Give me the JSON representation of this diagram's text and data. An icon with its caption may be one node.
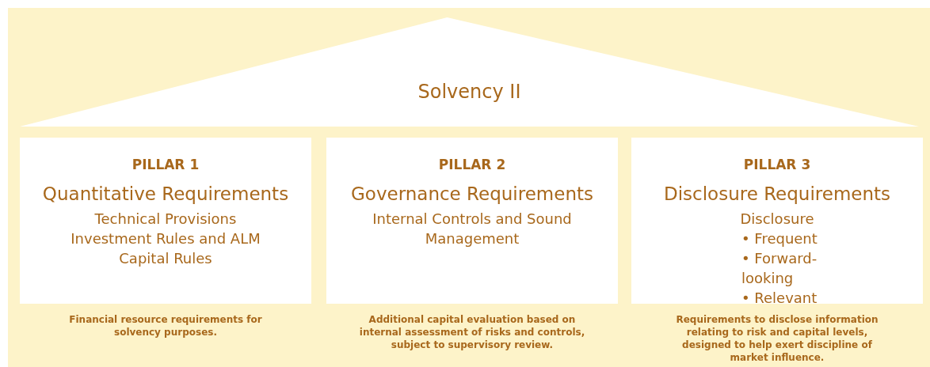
{
  "diagram": {
    "nodes": [
      {
        "text": [
          "Solvency II"
        ]
      },
      {
        "text": [
          "PILLAR 1",
          "Quantitative Requirements",
          "Technical Provisions Investment Rules and ALM Capital Rules"
        ],
        "beside": [
          "Financial resource requirements for solvency purposes."
        ]
      },
      {
        "text": [
          "PILLAR 2",
          "Governance Requirements",
          "Internal Controls and Sound Management"
        ],
        "beside": [
          "Additional capital evaluation based on internal assessment of risks and controls, subject to supervisory review."
        ]
      },
      {
        "text": [
          "PILLAR 3",
          "Disclosure Requirements",
          "Disclosure",
          "• Frequent",
          "• Forward-looking",
          "• Relevant"
        ],
        "beside": [
          "Requirements to disclose information relating to risk and capital levels, designed to help exert discipline of market influence."
        ]
      }
    ]
  }
}
